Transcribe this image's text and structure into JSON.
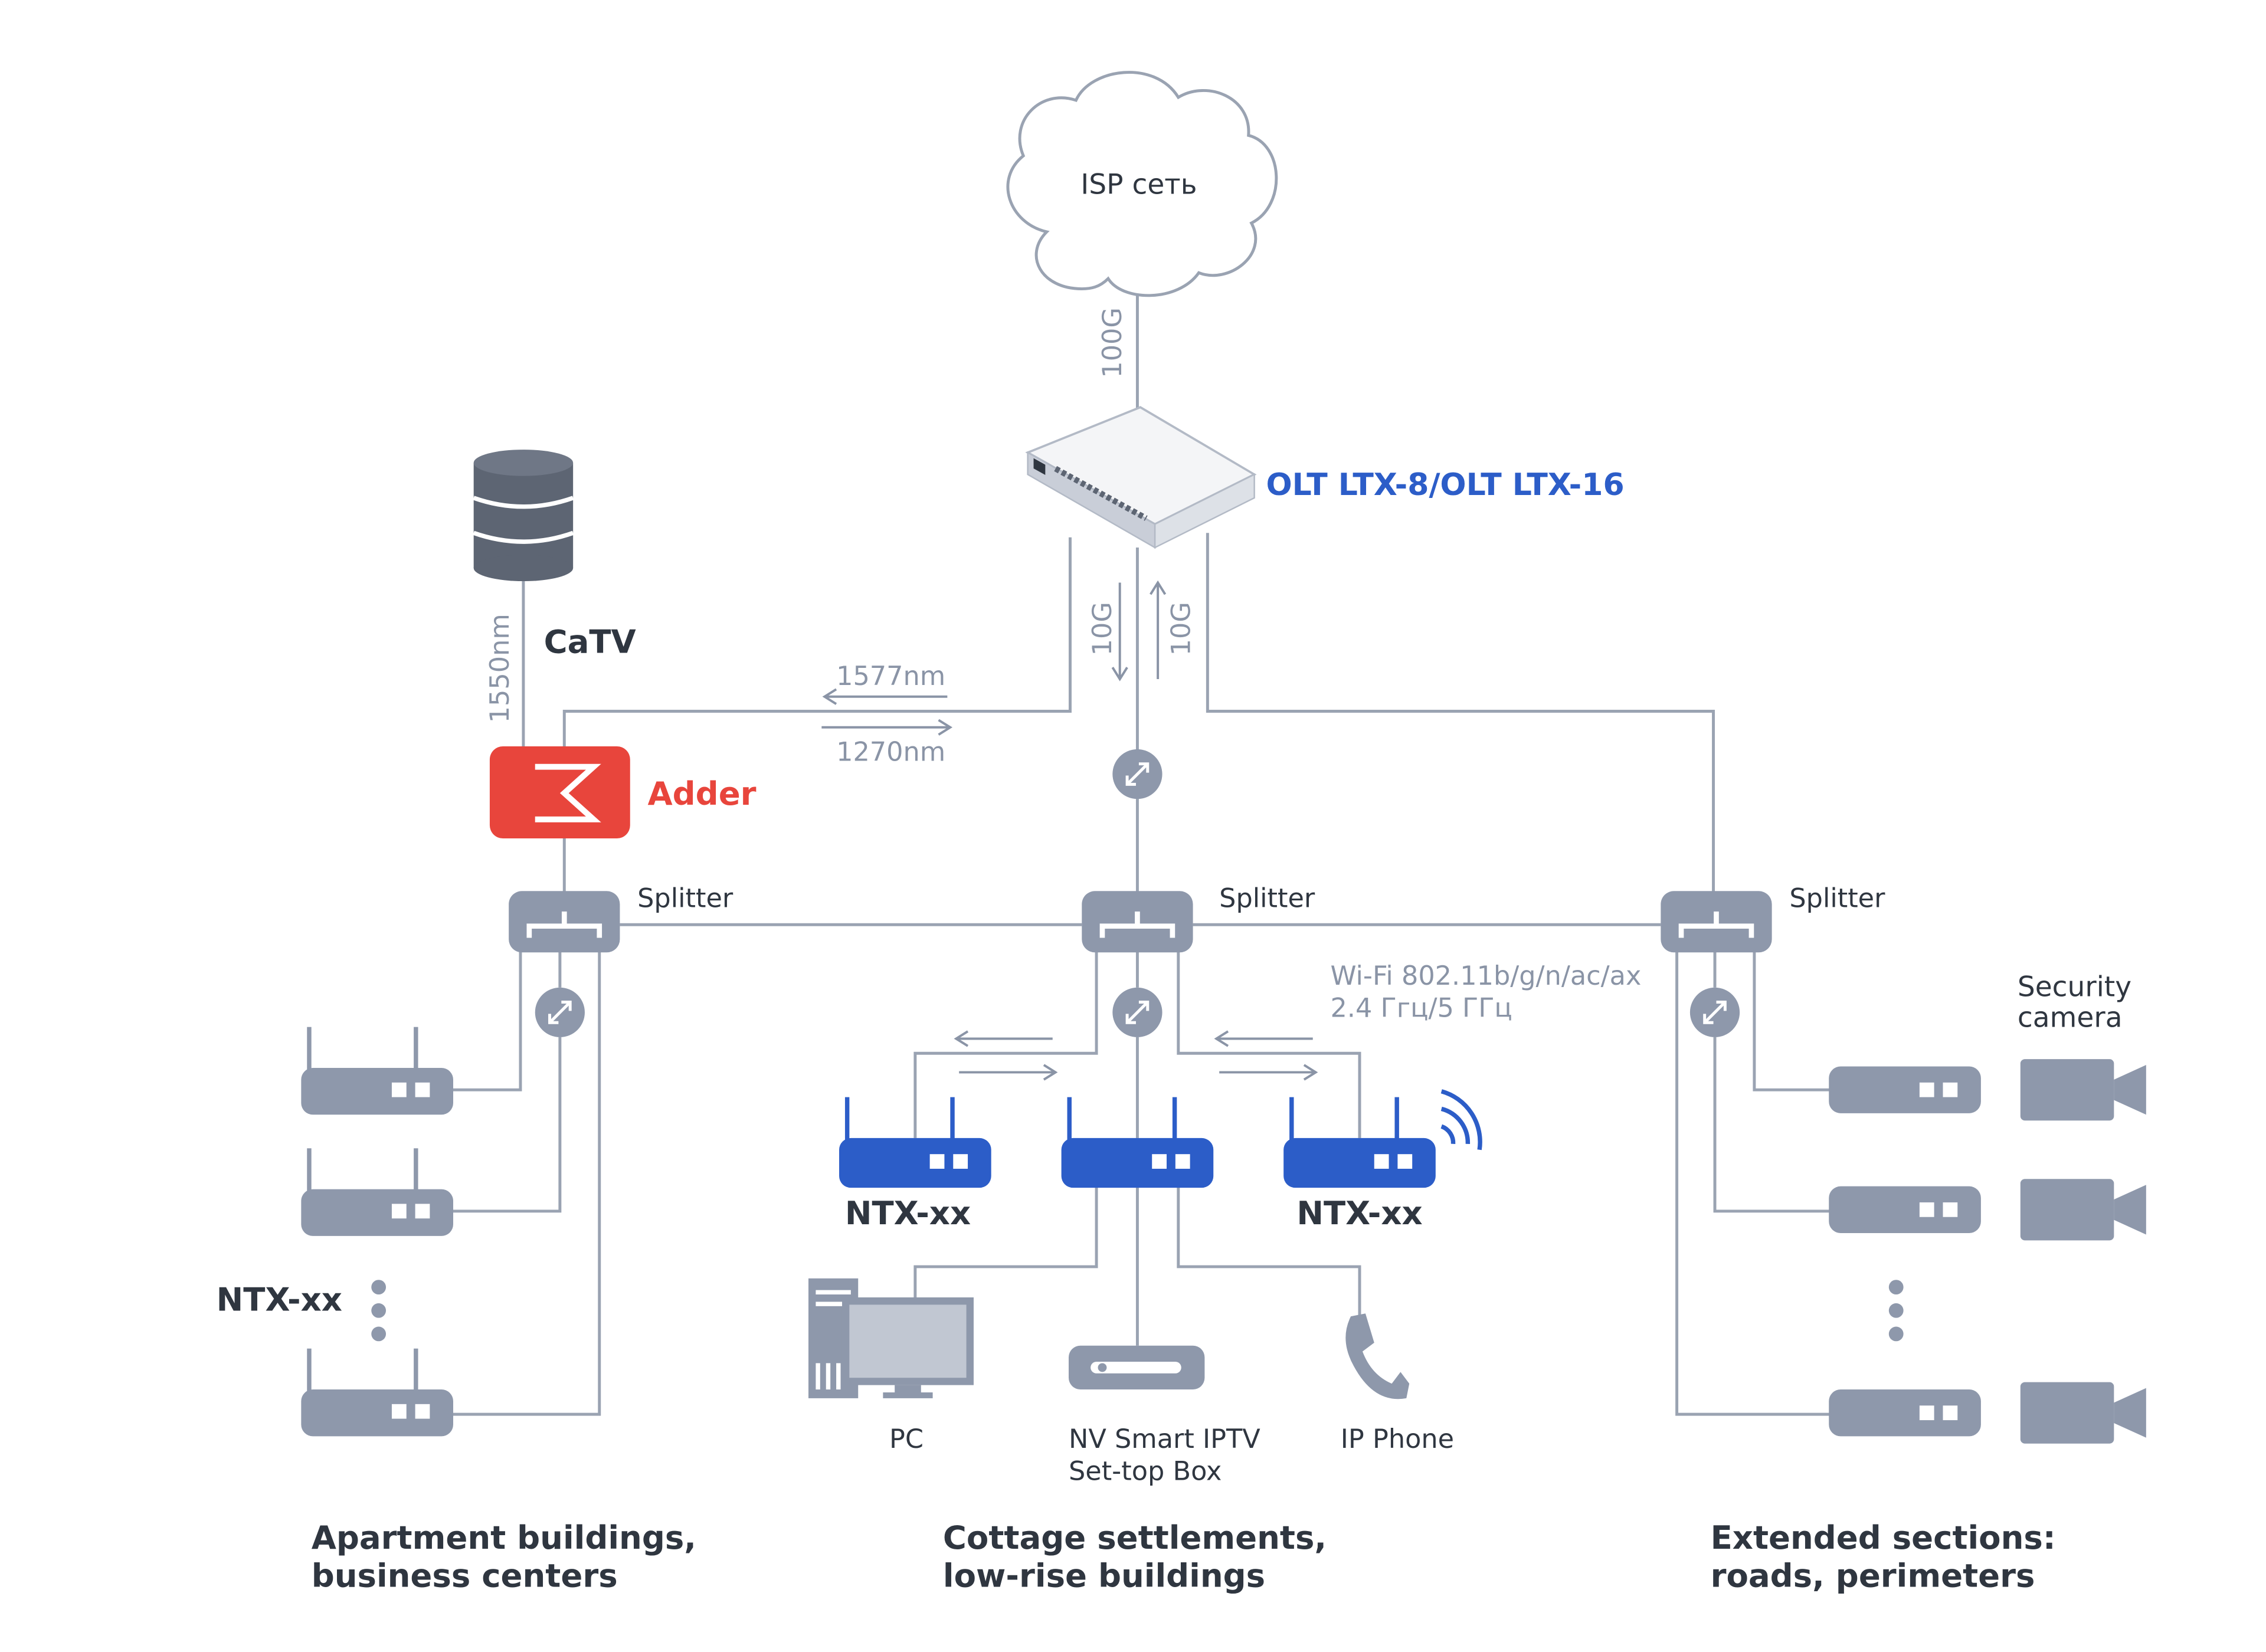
{
  "colors": {
    "line": "#9aa3b2",
    "device_gray": "#8e98ab",
    "device_blue": "#2c5dc8",
    "adder_red": "#e8453c",
    "olt_label_blue": "#2c5dc8",
    "text_dark": "#2f3640",
    "text_gray": "#8a94a6"
  },
  "cloud": {
    "label": "ISP сеть",
    "icon": "cloud-icon"
  },
  "links": {
    "isp_olt": "100G",
    "olt_down": "10G",
    "olt_up": "10G",
    "catv_wave": "1550nm",
    "down_wave": "1577nm",
    "up_wave": "1270nm"
  },
  "olt": {
    "label": "OLT LTX-8/OLT LTX-16",
    "icon": "olt-switch-icon"
  },
  "catv": {
    "label": "CaTV",
    "icon": "database-icon"
  },
  "adder": {
    "label": "Adder",
    "icon": "adder-icon"
  },
  "splitters": [
    {
      "label": "Splitter"
    },
    {
      "label": "Splitter"
    },
    {
      "label": "Splitter"
    }
  ],
  "left_group": {
    "ont_label": "NTX-xx",
    "caption_line1": "Apartment buildings,",
    "caption_line2": "business centers"
  },
  "middle_group": {
    "ont_left_label": "NTX-xx",
    "ont_right_label": "NTX-xx",
    "wifi_line1": "Wi-Fi 802.11b/g/n/ac/ax",
    "wifi_line2": "2.4 Ггц/5 ГГц",
    "pc_label": "PC",
    "stb_line1": "NV Smart IPTV",
    "stb_line2": "Set-top Box",
    "phone_label": "IP Phone",
    "caption_line1": "Cottage settlements,",
    "caption_line2": "low-rise buildings"
  },
  "right_group": {
    "camera_line1": "Security",
    "camera_line2": "camera",
    "caption_line1": "Extended sections:",
    "caption_line2": "roads, perimeters"
  }
}
